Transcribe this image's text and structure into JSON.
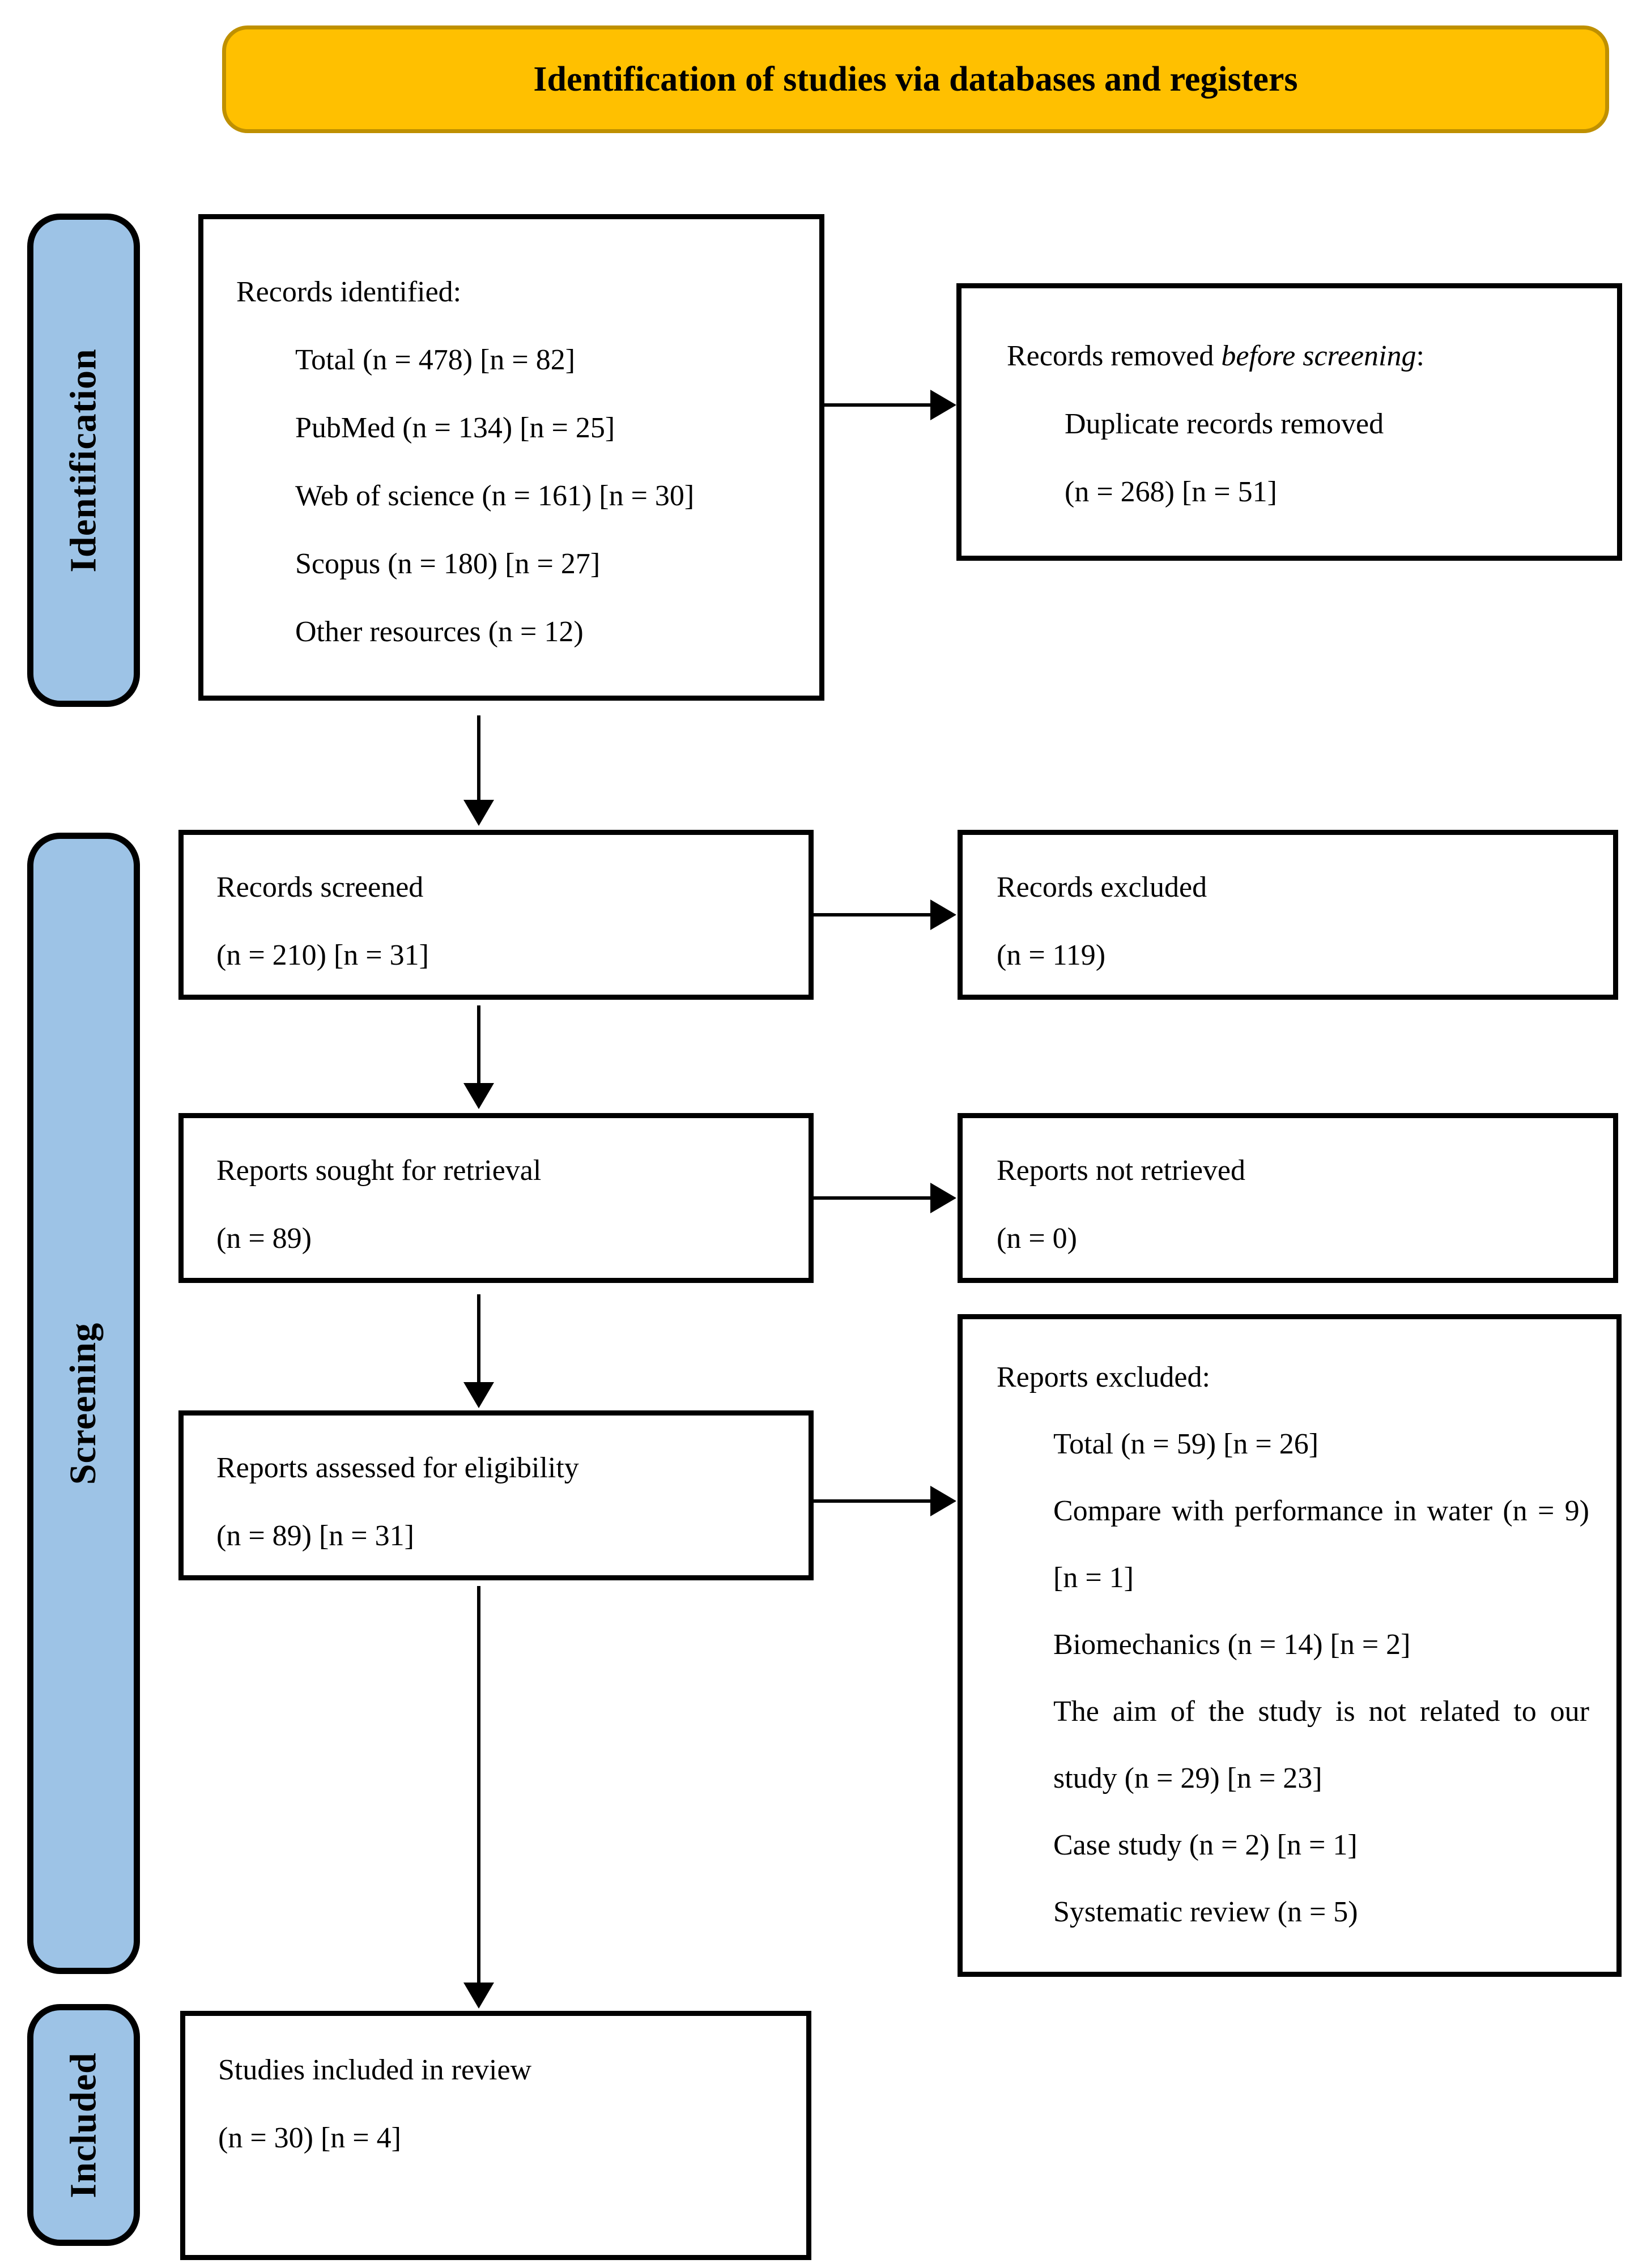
{
  "banner": {
    "title": "Identification of studies via databases and registers"
  },
  "stages": {
    "identification": "Identification",
    "screening": "Screening",
    "included": "Included"
  },
  "colors": {
    "banner_fill": "#FFC000",
    "banner_border": "#BF9000",
    "stage_fill": "#9DC3E6",
    "box_border": "#000000",
    "arrow": "#000000"
  },
  "boxes": {
    "records_identified": {
      "title": "Records identified:",
      "items": [
        "Total (n = 478) [n = 82]",
        "PubMed (n = 134) [n = 25]",
        "Web of science (n = 161) [n = 30]",
        "Scopus (n = 180) [n = 27]",
        "Other resources (n = 12)"
      ]
    },
    "records_removed": {
      "title_prefix": "Records removed ",
      "title_italic": "before screening",
      "title_suffix": ":",
      "lines": [
        "Duplicate records removed",
        "(n = 268) [n = 51]"
      ]
    },
    "records_screened": {
      "label": "Records screened",
      "count": "(n = 210) [n = 31]"
    },
    "records_excluded": {
      "label": "Records excluded",
      "count": "(n = 119)"
    },
    "reports_sought": {
      "label": "Reports sought for retrieval",
      "count": "(n = 89)"
    },
    "reports_not_retrieved": {
      "label": "Reports not retrieved",
      "count": "(n = 0)"
    },
    "reports_assessed": {
      "label": "Reports assessed for eligibility",
      "count": "(n = 89) [n = 31]"
    },
    "reports_excluded": {
      "title": "Reports excluded:",
      "items": [
        "Total (n = 59) [n = 26]",
        "Compare with performance in water (n = 9) [n = 1]",
        "Biomechanics (n = 14) [n = 2]",
        "The aim of the study is not related to our study (n = 29) [n = 23]",
        "Case study (n = 2) [n = 1]",
        "Systematic review (n = 5)"
      ]
    },
    "studies_included": {
      "label": "Studies included in review",
      "count": "(n = 30) [n = 4]"
    }
  }
}
